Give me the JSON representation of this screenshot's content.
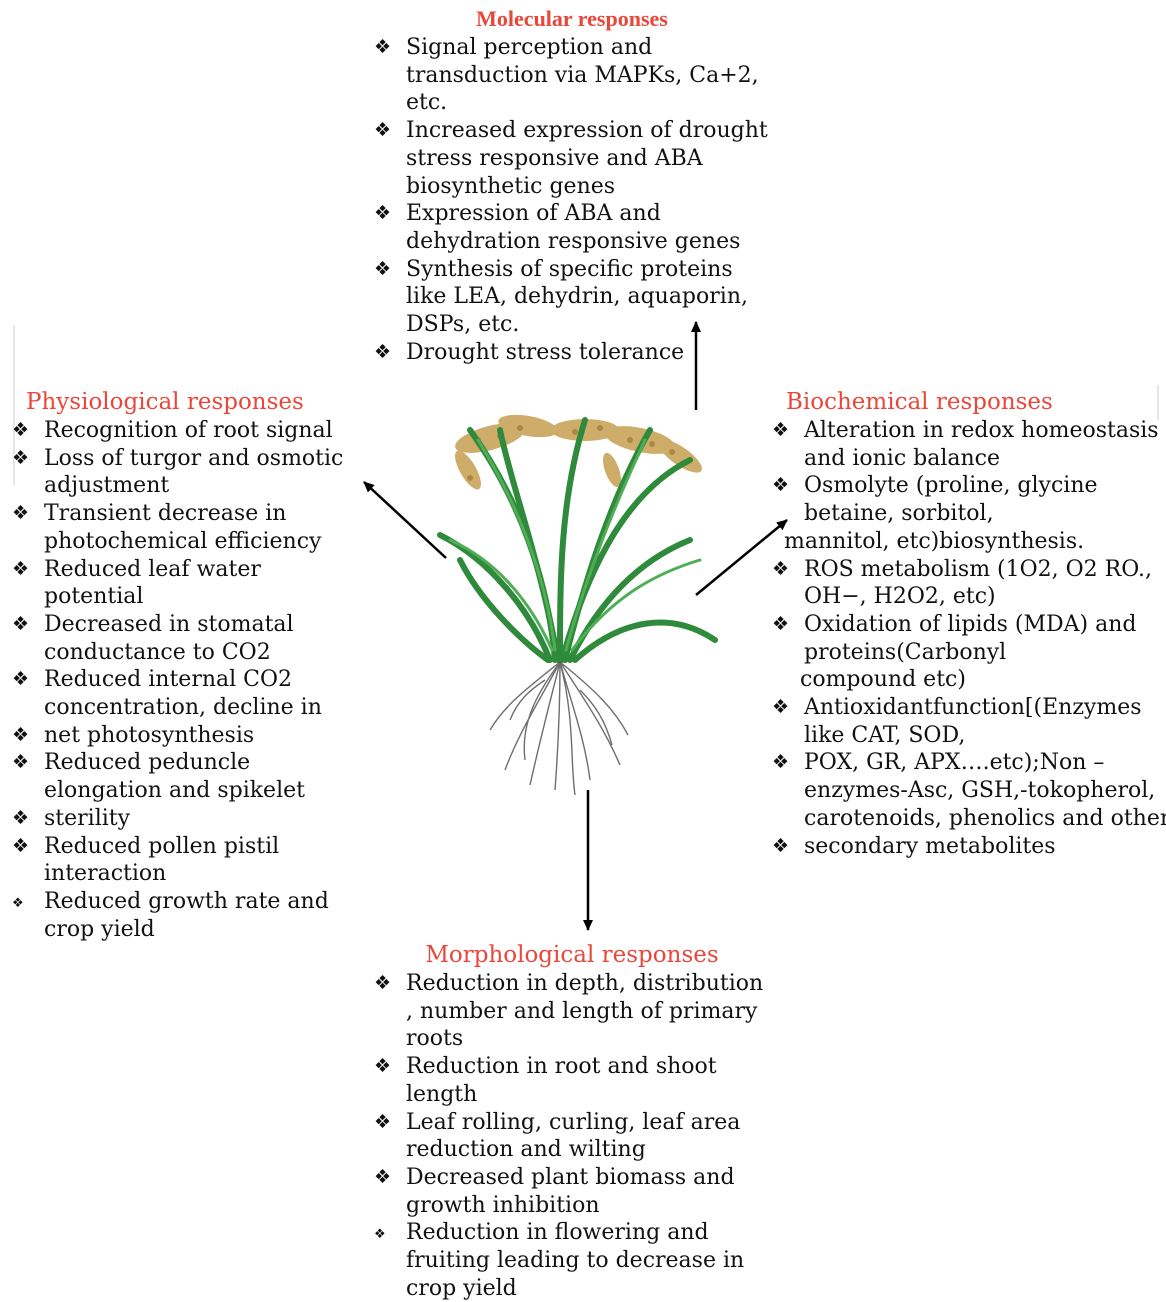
{
  "molecular": {
    "title": "Molecular responses",
    "items": [
      "Signal perception and",
      "transduction via MAPKs, Ca+2,",
      "etc.",
      "Increased expression of drought",
      "stress responsive and ABA",
      "biosynthetic genes",
      "Expression of ABA and",
      "dehydration responsive genes",
      "Synthesis of specific proteins",
      "like LEA, dehydrin, aquaporin,",
      "DSPs, etc.",
      "Drought stress tolerance"
    ]
  },
  "physiological": {
    "title": "Physiological responses",
    "items": [
      "Recognition of root signal",
      "Loss of turgor and osmotic",
      "adjustment",
      "Transient decrease in",
      "photochemical efficiency",
      "Reduced leaf water",
      "potential",
      "Decreased in stomatal",
      "conductance to CO2",
      "Reduced internal CO2",
      "concentration, decline in",
      "net photosynthesis",
      "Reduced peduncle",
      "elongation and spikelet",
      "sterility",
      "Reduced pollen pistil",
      "interaction",
      "Reduced growth rate and",
      "crop yield"
    ]
  },
  "biochemical": {
    "title": "Biochemical responses",
    "items": [
      "Alteration in redox homeostasis",
      "and ionic balance",
      "Osmolyte (proline, glycine",
      "betaine, sorbitol,",
      "mannitol, etc)biosynthesis.",
      "ROS metabolism (1O2, O2 RO.,",
      "OH−, H2O2, etc)",
      "Oxidation of lipids (MDA) and",
      "proteins(Carbonyl",
      "compound etc)",
      "Antioxidantfunction[(Enzymes",
      "like CAT, SOD,",
      "POX, GR, APX….etc);Non –",
      "enzymes-Asc, GSH,-tokopherol,",
      "carotenoids, phenolics and other",
      "secondary metabolites"
    ]
  },
  "morphological": {
    "title": "Morphological responses",
    "items": [
      "Reduction in depth, distribution",
      ", number and length of primary",
      "roots",
      "Reduction in root and shoot",
      "length",
      "Leaf rolling, curling, leaf area",
      "reduction and wilting",
      "Decreased plant biomass and",
      "growth inhibition",
      "Reduction in flowering and",
      "fruiting leading to decrease in",
      "crop yield"
    ]
  },
  "bullet_symbol": "❖",
  "colors": {
    "title": "#e8473a",
    "leaf": "#2f8a3c",
    "grain": "#c9a45a",
    "root": "#555555"
  },
  "icons": [
    "rice-plant-icon",
    "arrow-icon"
  ]
}
